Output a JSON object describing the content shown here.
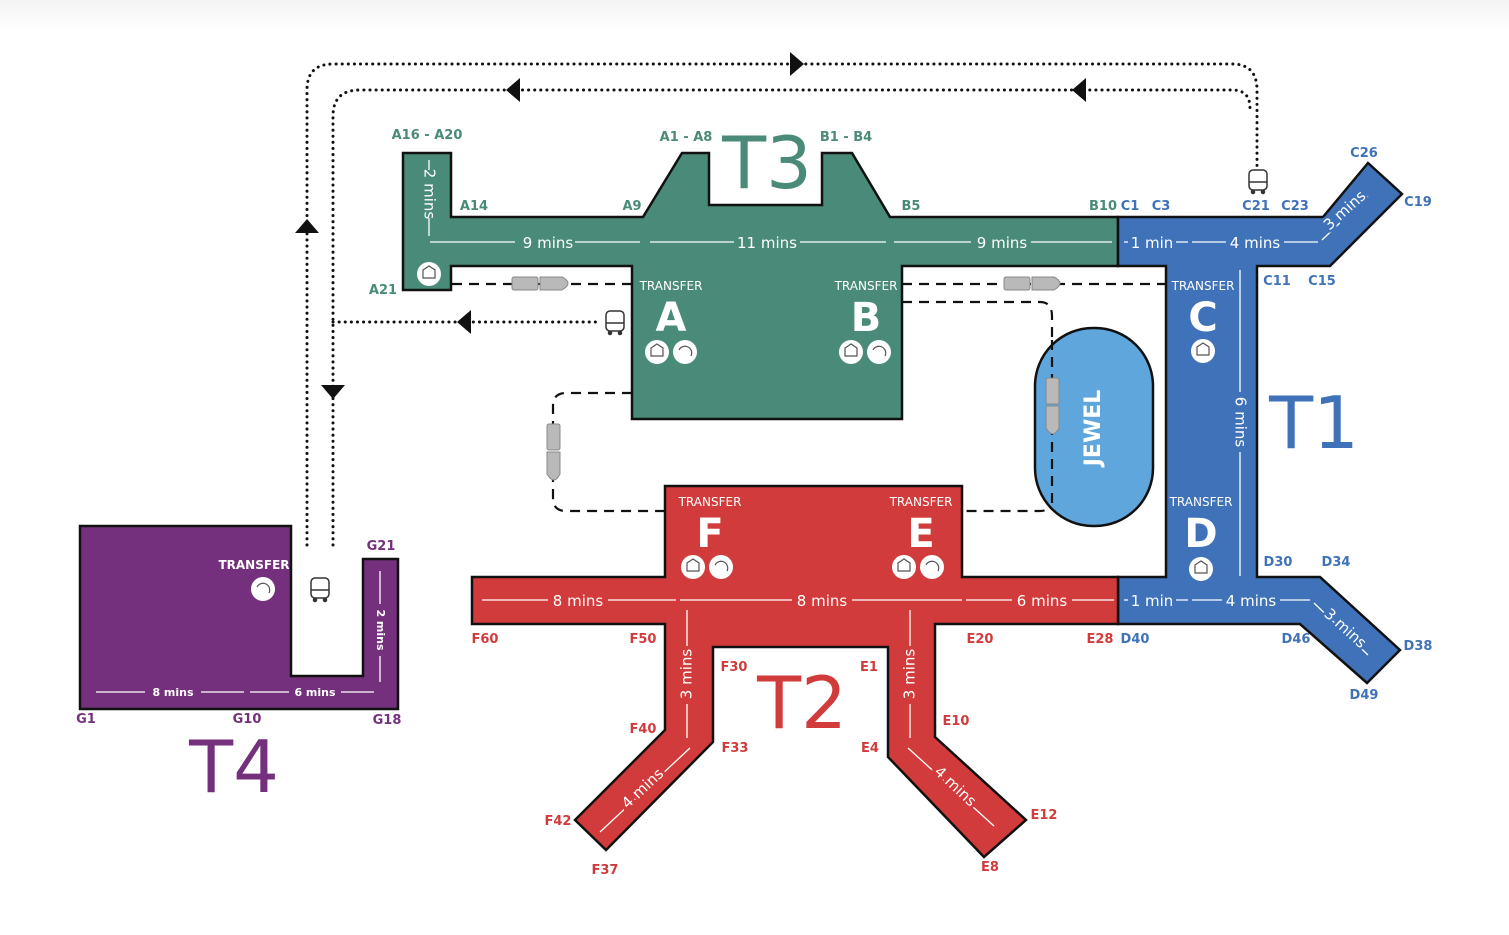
{
  "map_title": "O'Hare Terminal Map",
  "colors": {
    "t1": "#3f72b8",
    "t2": "#d23b3b",
    "t3": "#4a8a78",
    "t4": "#75307d",
    "jewel": "#5fa6dc"
  },
  "terminals": {
    "t1": {
      "name": "T1"
    },
    "t2": {
      "name": "T2"
    },
    "t3": {
      "name": "T3"
    },
    "t4": {
      "name": "T4"
    },
    "jewel": {
      "name": "JEWEL"
    }
  },
  "transfer_label": "TRANSFER",
  "concourses": {
    "a": "A",
    "b": "B",
    "c": "C",
    "d": "D",
    "e": "E",
    "f": "F"
  },
  "gates": {
    "a16_a20": "A16 - A20",
    "a14": "A14",
    "a9": "A9",
    "a1_a8": "A1 - A8",
    "b1_b4": "B1 - B4",
    "b5": "B5",
    "b10": "B10",
    "a21": "A21",
    "c1": "C1",
    "c3": "C3",
    "c21": "C21",
    "c23": "C23",
    "c26": "C26",
    "c19": "C19",
    "c11": "C11",
    "c15": "C15",
    "d30": "D30",
    "d34": "D34",
    "d40": "D40",
    "d46": "D46",
    "d38": "D38",
    "d49": "D49",
    "e20": "E20",
    "e28": "E28",
    "e1": "E1",
    "e10": "E10",
    "e4": "E4",
    "e12": "E12",
    "e8": "E8",
    "f60": "F60",
    "f50": "F50",
    "f30": "F30",
    "f40": "F40",
    "f33": "F33",
    "f42": "F42",
    "f37": "F37",
    "g21": "G21",
    "g1": "G1",
    "g10": "G10",
    "g18": "G18"
  },
  "walk_times": {
    "t3_a_spur": "2 mins",
    "t3_a14_a9": "9 mins",
    "t3_a9_b5": "11 mins",
    "t3_b5_b10": "9 mins",
    "t1_c1_c3": "1 min",
    "t1_c3_c23": "4 mins",
    "t1_c_spur": "3 mins",
    "t1_cd": "6 mins",
    "t1_d40": "1 min",
    "t1_d_main": "4 mins",
    "t1_d_spur": "3 mins",
    "t2_f60_f50": "8 mins",
    "t2_f_e": "8 mins",
    "t2_e_e28": "6 mins",
    "t2_f_down": "3 mins",
    "t2_e_down": "3 mins",
    "t2_f_spur": "4 mins",
    "t2_e_spur": "4 mins",
    "t4_g1_g10": "8 mins",
    "t4_g10_g18": "6 mins",
    "t4_spur": "2 mins"
  }
}
